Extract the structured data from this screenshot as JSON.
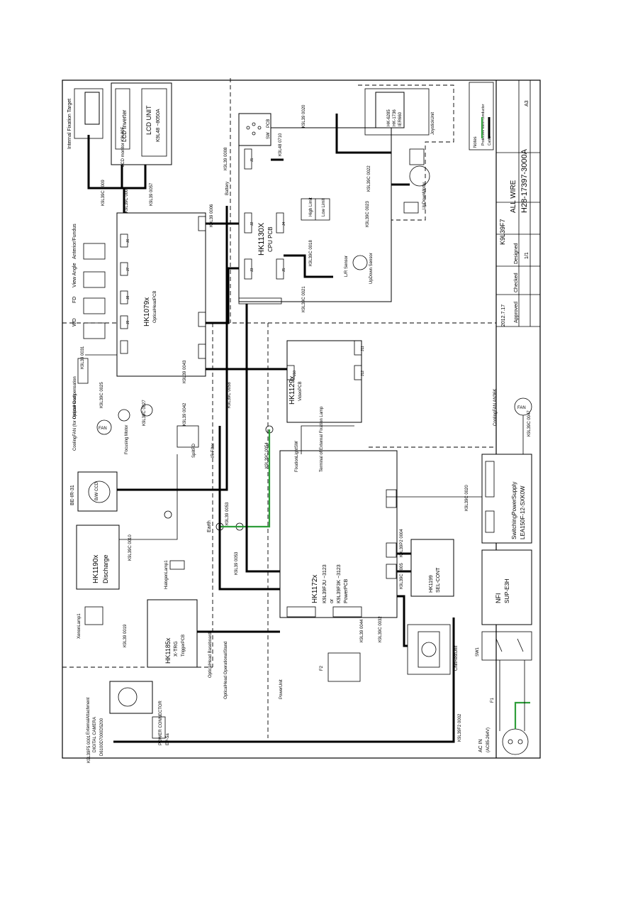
{
  "title_block": {
    "drawing_number": "H28-17397-3000A",
    "drawing_title": "ALL WIRE",
    "model": "K9L39F7",
    "date": "2012.7.17",
    "approved": "Approved",
    "checked": "Checked",
    "designed": "Designed",
    "sheet_size": "A3",
    "scale": "1/1"
  },
  "notes": {
    "heading": "Notes",
    "line1": "Protective earth conductor",
    "line2": "Cable"
  },
  "boards": {
    "cpu": {
      "name": "HK1130X",
      "sub": "CPU PCB"
    },
    "optical_head": {
      "name": "HK1079x",
      "sub": "OpticalHeadPCB"
    },
    "video": {
      "name": "HK1129x",
      "sub": "VideoPCB"
    },
    "power": {
      "name": "HK1172x",
      "sub1": "K9L39FJU  −3123",
      "sub2": "or",
      "sub3": "K9L39F3K  −3123",
      "sub4": "PowerPCB"
    },
    "discharge": {
      "name": "HK1190x",
      "sub": "Discharge"
    },
    "trigger": {
      "name": "HK1185x",
      "sub1": "X-TRG",
      "sub2": "TriggerPCB"
    },
    "lcd_inverter": {
      "name": "LCD Inverter"
    },
    "lcd_unit": {
      "name": "LCD UNIT",
      "sub": "K9L48  −8050A"
    },
    "switching_ps": {
      "name": "SwitchingPowerSupply",
      "sub": "LEA150F-12-SXK0W"
    },
    "noise_filter": {
      "name": "NFI",
      "sub": "SUP-E3H"
    },
    "joystick": {
      "name": "HK-6285",
      "sub1": "HK-1736",
      "sub2": "IER660"
    },
    "switch_pcb": {
      "name": "SW",
      "sub": "PCB"
    },
    "chin_pcb": {
      "name": "HK1199",
      "sub": "SEL-CONT"
    },
    "camera": {
      "name": "DIGITAL CAMERA",
      "sub": "D6100D7000D5200"
    },
    "power_connector": {
      "name": "POWER CONNECTOR",
      "sub": "EP-5a"
    }
  },
  "labels": {
    "internal_fixation": "Internal Fixation Target",
    "lcd_monitor": "LCD monitor K9L39F",
    "anterior_fundus": "Anterior/Fundus",
    "view_angle": "View Angle",
    "fd": "FD",
    "wd": "WD",
    "diopter": "Diopter Compensation",
    "cooling_fan_head": "CoolingFAN (for OpticalHead)",
    "cooling_fan_ps": "CoolingFAN AN36K",
    "focusing_motor": "Focusing Motor",
    "split_pd": "SplitPD",
    "ir_filter": "IR Filter",
    "be_ir": "BE-IR-31",
    "ccd": "B/W CCD",
    "halogen": "HalogenLamp1",
    "xenon": "XenonLamp1",
    "earth": "Earth",
    "fixation_light": "FixationLightSW",
    "terminal_ext": "Terminal of External Fixation Lamp",
    "battery": "Battery",
    "optical_head_base": "OpticalHead Baseboard",
    "optical_head_stand": "OpticalHead OperationalStand",
    "powerunit": "PowerUnit",
    "external_attachment": "ExternalAttachment",
    "chin_rest": "ChinRestUnit",
    "ac_in": "AC IN",
    "ac_in_range": "(AC85-264V)",
    "joystick_unit": "JoystickUnit",
    "up_down_motor": "UpDownMotor",
    "lr_sensor": "L/R Sensor",
    "up_down_sensor": "UpDown Sensor",
    "high_limit": "High Limit",
    "low_limit": "Low Limit",
    "sw1": "SW1",
    "f1": "F1",
    "f2": "F2"
  },
  "cables": [
    "K9L39 0031",
    "K9L39C 0025",
    "K9L39C 0027",
    "K9L39 0042",
    "K9L39 0043",
    "K9L39C 0058",
    "K9L39C 0054",
    "K9L39 0053",
    "K9L39C 0010",
    "K9L39 0019",
    "K9L39 0044",
    "K9L39C 0032",
    "K9L39P2 0004",
    "K9L39C 0005",
    "K9L39C 0020",
    "K9L39F2 0002",
    "K9L39F5 0001",
    "K9L39C 0047",
    "K9L39C 0021",
    "K9L39C 0022",
    "K9L39C 0023",
    "K9L39C 0018",
    "K9L39 0020",
    "K9L48 0710",
    "K9L39C 0009",
    "K9L39 0057",
    "K9L39C 0003",
    "K9L39 0006",
    "K9L39 0008"
  ],
  "connectors": {
    "j1": "J1",
    "j2": "J2",
    "j3": "J3",
    "j4": "J4",
    "j5": "J5",
    "j6": "J6",
    "j7": "J7",
    "j8": "J8",
    "j9": "J9",
    "j10": "J10",
    "j11": "J11",
    "j12": "J12"
  }
}
